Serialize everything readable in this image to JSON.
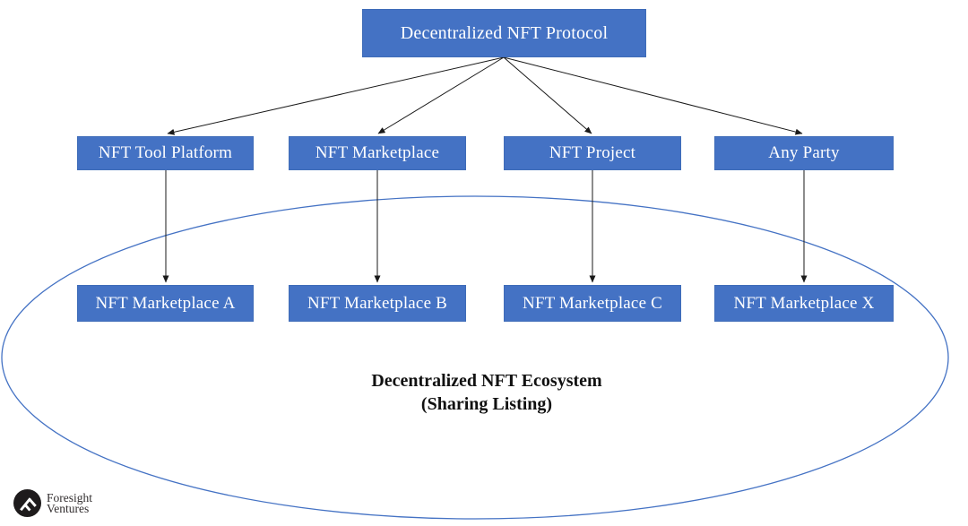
{
  "diagram": {
    "root": {
      "id": "decentralized-nft-protocol",
      "label": "Decentralized NFT Protocol"
    },
    "platforms": [
      {
        "id": "nft-tool-platform",
        "label": "NFT Tool Platform"
      },
      {
        "id": "nft-marketplace",
        "label": "NFT Marketplace"
      },
      {
        "id": "nft-project",
        "label": "NFT Project"
      },
      {
        "id": "any-party",
        "label": "Any Party"
      }
    ],
    "marketplaces": [
      {
        "id": "nft-marketplace-a",
        "label": "NFT Marketplace A"
      },
      {
        "id": "nft-marketplace-b",
        "label": "NFT Marketplace B"
      },
      {
        "id": "nft-marketplace-c",
        "label": "NFT Marketplace C"
      },
      {
        "id": "nft-marketplace-x",
        "label": "NFT Marketplace X"
      }
    ],
    "edges": [
      {
        "from": "decentralized-nft-protocol",
        "to": "nft-tool-platform"
      },
      {
        "from": "decentralized-nft-protocol",
        "to": "nft-marketplace"
      },
      {
        "from": "decentralized-nft-protocol",
        "to": "nft-project"
      },
      {
        "from": "decentralized-nft-protocol",
        "to": "any-party"
      },
      {
        "from": "nft-tool-platform",
        "to": "nft-marketplace-a"
      },
      {
        "from": "nft-marketplace",
        "to": "nft-marketplace-b"
      },
      {
        "from": "nft-project",
        "to": "nft-marketplace-c"
      },
      {
        "from": "any-party",
        "to": "nft-marketplace-x"
      }
    ],
    "ecosystem": {
      "line1": "Decentralized NFT Ecosystem",
      "line2": "(Sharing Listing)"
    },
    "colors": {
      "node_fill": "#4472C4",
      "node_text": "#FFFFFF",
      "ellipse_stroke": "#4472C4",
      "arrow": "#1a1a1a"
    }
  },
  "branding": {
    "name_line1": "Foresight",
    "name_line2": "Ventures"
  }
}
